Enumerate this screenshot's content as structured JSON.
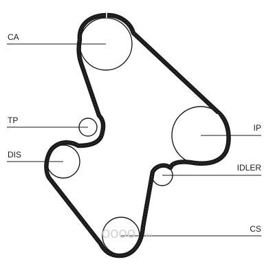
{
  "labels": {
    "ca": "CA",
    "tp": "TP",
    "dis": "DIS",
    "ip": "IP",
    "idler": "IDLER",
    "cs": "CS"
  },
  "watermark": {
    "brand": "oooo",
    "tld": ".ru"
  },
  "colors": {
    "ink": "#1a1a1a",
    "watermark": "#d4d4d4",
    "background": "#ffffff"
  }
}
